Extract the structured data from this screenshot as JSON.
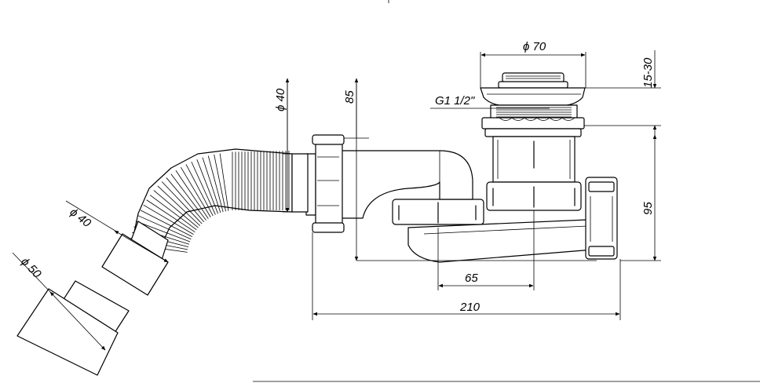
{
  "dimensions": {
    "d70": "ϕ 70",
    "d40_top": "ϕ 40",
    "h85": "85",
    "g112": "G1 1/2\"",
    "h1530": "15-30",
    "h95": "95",
    "w65": "65",
    "w210": "210",
    "d40_pipe": "ϕ 40",
    "d50_pipe": "ϕ 50"
  }
}
